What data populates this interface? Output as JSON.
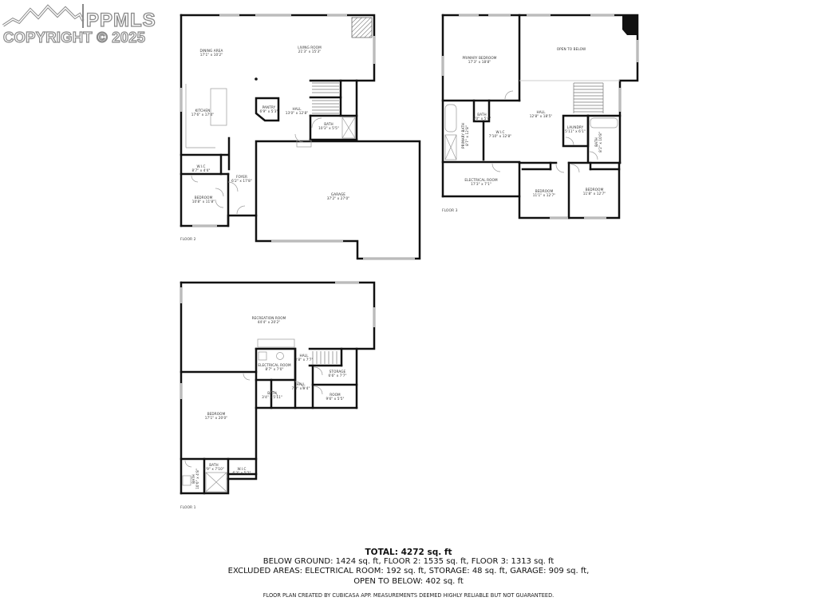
{
  "watermark": {
    "brand": "PPMLS",
    "copyright": "COPYRIGHT © 2025",
    "logo_icon": "mountain-peaks-icon"
  },
  "floors": [
    {
      "id": "floor-2",
      "label": "FLOOR 2",
      "rooms": [
        {
          "name": "DINING AREA",
          "dims": "17'1\" x 10'2\""
        },
        {
          "name": "LIVING ROOM",
          "dims": "21'3\" x 15'3\""
        },
        {
          "name": "KITCHEN",
          "dims": "17'6\" x 17'4\""
        },
        {
          "name": "PANTRY",
          "dims": "6'9\" x 5'3\""
        },
        {
          "name": "HALL",
          "dims": "13'0\" x 12'8\""
        },
        {
          "name": "BATH",
          "dims": "10'3\" x 5'5\""
        },
        {
          "name": "W.I.C",
          "dims": "8'7\" x 4'4\""
        },
        {
          "name": "FOYER",
          "dims": "6'2\" x 17'8\""
        },
        {
          "name": "BEDROOM",
          "dims": "10'8\" x 11'8\""
        },
        {
          "name": "GARAGE",
          "dims": "37'2\" x 27'0\""
        }
      ]
    },
    {
      "id": "floor-3",
      "label": "FLOOR 3",
      "rooms": [
        {
          "name": "PRIMARY BEDROOM",
          "dims": "17'3\" x 18'8\""
        },
        {
          "name": "OPEN TO BELOW",
          "dims": ""
        },
        {
          "name": "HALL",
          "dims": "12'8\" x 18'5\""
        },
        {
          "name": "BATH",
          "dims": "3'0\" x 5'4\""
        },
        {
          "name": "PRIMARY BATH",
          "dims": "8'7\" x 12'8\""
        },
        {
          "name": "W.I.C",
          "dims": "7'10\" x 12'8\""
        },
        {
          "name": "LAUNDRY",
          "dims": "5'11\" x 6'1\""
        },
        {
          "name": "BATH",
          "dims": "8'2\" x 10'8\""
        },
        {
          "name": "ELECTRICAL ROOM",
          "dims": "17'3\" x 7'1\""
        },
        {
          "name": "BEDROOM",
          "dims": "11'1\" x 12'7\""
        },
        {
          "name": "BEDROOM",
          "dims": "11'8\" x 12'7\""
        }
      ]
    },
    {
      "id": "floor-1",
      "label": "FLOOR 1",
      "rooms": [
        {
          "name": "RECREATION ROOM",
          "dims": "44'4\" x 20'2\""
        },
        {
          "name": "HALL",
          "dims": "3'8\" x 7'7\""
        },
        {
          "name": "ELECTRICAL ROOM",
          "dims": "8'7\" x 7'0\""
        },
        {
          "name": "STORAGE",
          "dims": "6'6\" x 7'7\""
        },
        {
          "name": "HALL",
          "dims": "7'0\" x 9'4\""
        },
        {
          "name": "BATH",
          "dims": "3'4\" x 5'11\""
        },
        {
          "name": "ROOM",
          "dims": "9'6\" x 5'5\""
        },
        {
          "name": "BEDROOM",
          "dims": "17'1\" x 20'0\""
        },
        {
          "name": "BATH",
          "dims": "4'9\" x 7'10\""
        },
        {
          "name": "BATH",
          "dims": "10'6\" x 4'8\""
        },
        {
          "name": "W.I.C",
          "dims": "6'3\" x 5'2\""
        }
      ]
    }
  ],
  "summary": {
    "total": "TOTAL: 4272 sq. ft",
    "breakdown": "BELOW GROUND: 1424 sq. ft, FLOOR 2: 1535 sq. ft, FLOOR 3: 1313 sq. ft",
    "excluded": "EXCLUDED AREAS: ELECTRICAL ROOM: 192 sq. ft, STORAGE: 48 sq. ft, GARAGE: 909 sq. ft,",
    "open_to_below": "OPEN TO BELOW: 402 sq. ft",
    "disclaimer": "FLOOR PLAN CREATED BY CUBICASA APP. MEASUREMENTS DEEMED HIGHLY RELIABLE BUT NOT GUARANTEED."
  }
}
